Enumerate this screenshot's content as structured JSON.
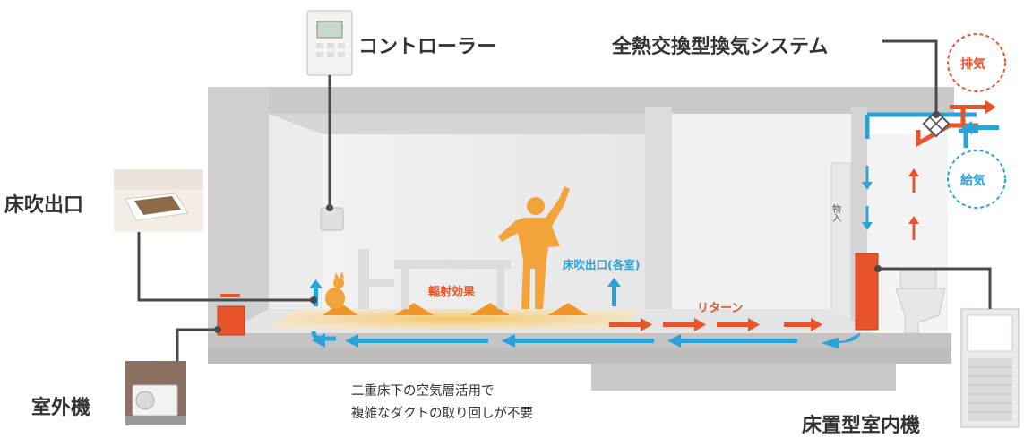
{
  "labels": {
    "controller": "コントローラー",
    "erv_system": "全熱交換型換気システム",
    "exhaust": "排気",
    "supply": "給気",
    "floor_outlet": "床吹出口",
    "outdoor_unit": "室外機",
    "indoor_unit": "床置型室内機",
    "radiant_effect": "輻射効果",
    "floor_outlet_each_room": "床吹出口(各室)",
    "return": "リターン",
    "storage": "物入"
  },
  "note": {
    "line1": "二重床下の空気層活用で",
    "line2": "複雑なダクトの取り回しが不要"
  },
  "colors": {
    "supply_blue": "#2aa3d8",
    "exhaust_orange": "#e8532a",
    "heat_glow": "#f5b041",
    "structure_gray": "#c8c8c8",
    "leader_line": "#4a4a4a"
  }
}
